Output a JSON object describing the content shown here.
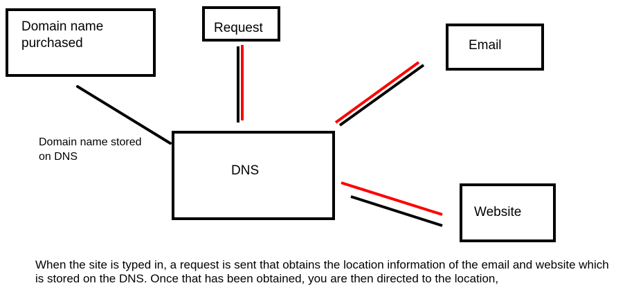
{
  "nodes": {
    "domain_purchased": "Domain name purchased",
    "request": "Request",
    "email": "Email",
    "dns": "DNS",
    "website": "Website"
  },
  "annotations": {
    "domain_stored": "Domain name stored on DNS"
  },
  "caption": "When the site is typed in, a request is sent that obtains the location information of the email and website which is stored on the DNS. Once that has been obtained, you are then directed to the location,",
  "colors": {
    "ink": "#000000",
    "highlight": "#ff0000",
    "background": "#ffffff"
  }
}
